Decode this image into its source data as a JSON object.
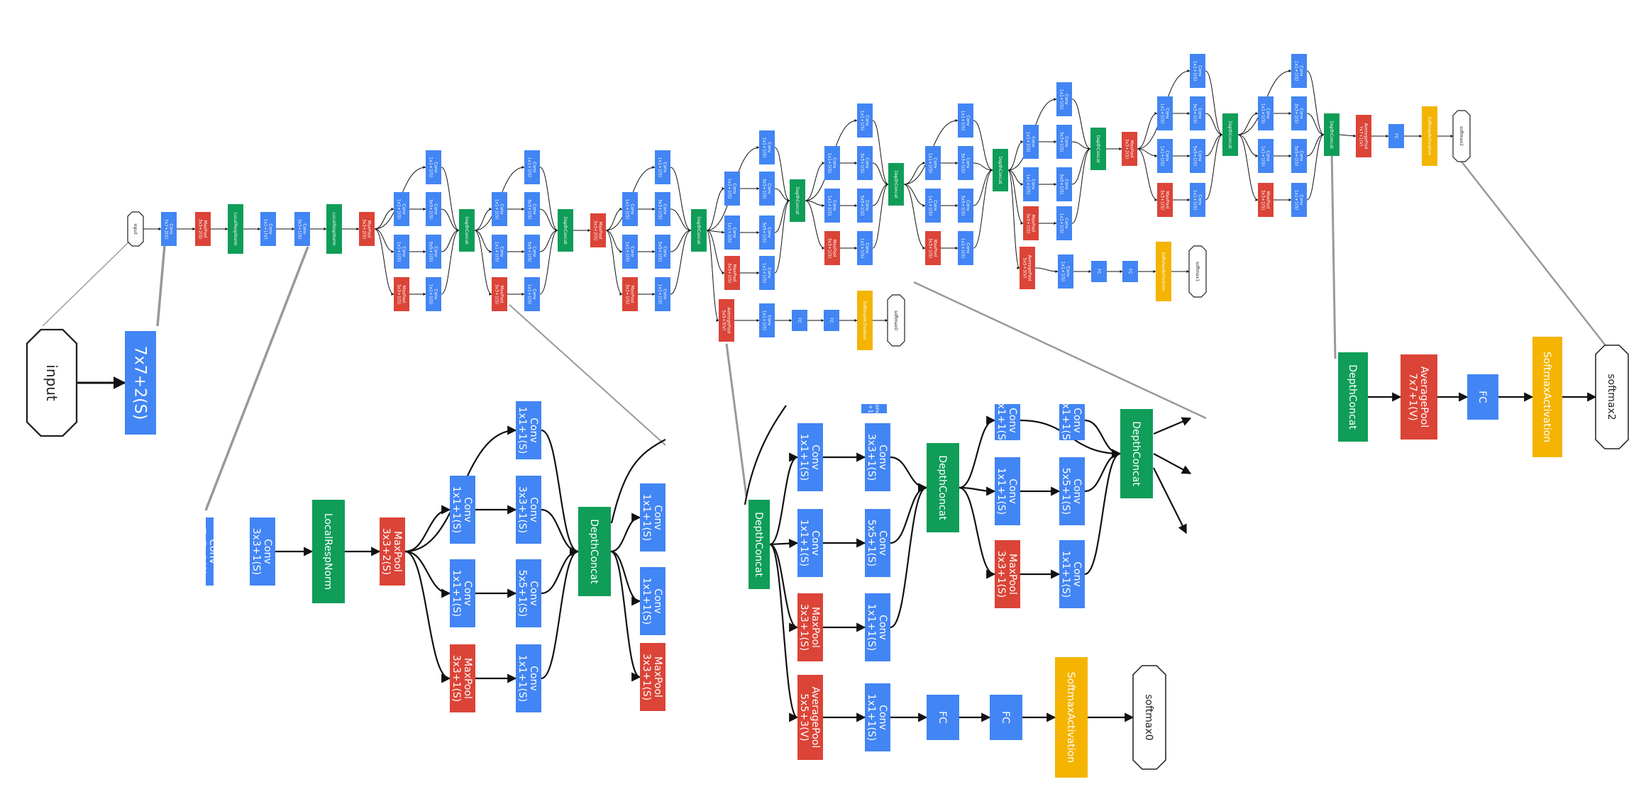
{
  "colors": {
    "conv": "#4285F4",
    "pool": "#DB4437",
    "concat": "#0F9D58",
    "softmax": "#F4B400",
    "edge": "#111111",
    "callout": "#999999",
    "terminal_fill": "#ffffff",
    "terminal_stroke": "#222222",
    "box_text": "#ffffff"
  },
  "labels": {
    "input": "input",
    "conv_7x7": "Conv\n7x7+2(S)",
    "conv_7x7_zoom": "7x7+2(S)",
    "maxpool_3x3_2": "MaxPool\n3x3+2(S)",
    "local_resp_norm": "LocalRespNorm",
    "conv_1x1_1v": "Conv\n1x1+1(V)",
    "conv_3x3_1": "Conv\n3x3+1(S)",
    "conv_1x1": "Conv\n1x1+1(S)",
    "conv_3x3": "Conv\n3x3+1(S)",
    "conv_5x5": "Conv\n5x5+1(S)",
    "maxpool_3x3_1": "MaxPool\n3x3+1(S)",
    "depth_concat": "DepthConcat",
    "avgpool_5x5": "AveragePool\n5x5+3(V)",
    "avgpool_7x7": "AveragePool\n7x7+1(V)",
    "fc": "FC",
    "softmax_activation": "SoftmaxActivation",
    "softmax0": "softmax0",
    "softmax1": "softmax1",
    "softmax2": "softmax2"
  }
}
